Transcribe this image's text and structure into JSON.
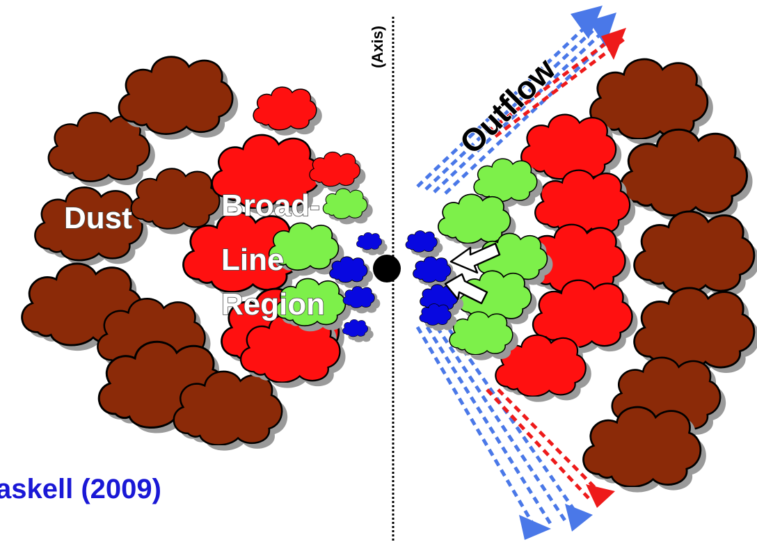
{
  "labels": {
    "axis": "(Axis)",
    "outflow": "Outflow",
    "dust": "Dust",
    "blr_line1": "Broad-",
    "blr_line2": "Line",
    "blr_line3": "Region",
    "citation": "askell (2009)"
  },
  "colors": {
    "dust": "#8b2a08",
    "broad_line": "#ff1010",
    "green": "#7df04a",
    "blue": "#0808e0",
    "outflow_blue": "#4a78e8",
    "outflow_red": "#ee1a1a",
    "citation": "#1a18d6",
    "shadow": "#9a9a9a"
  }
}
